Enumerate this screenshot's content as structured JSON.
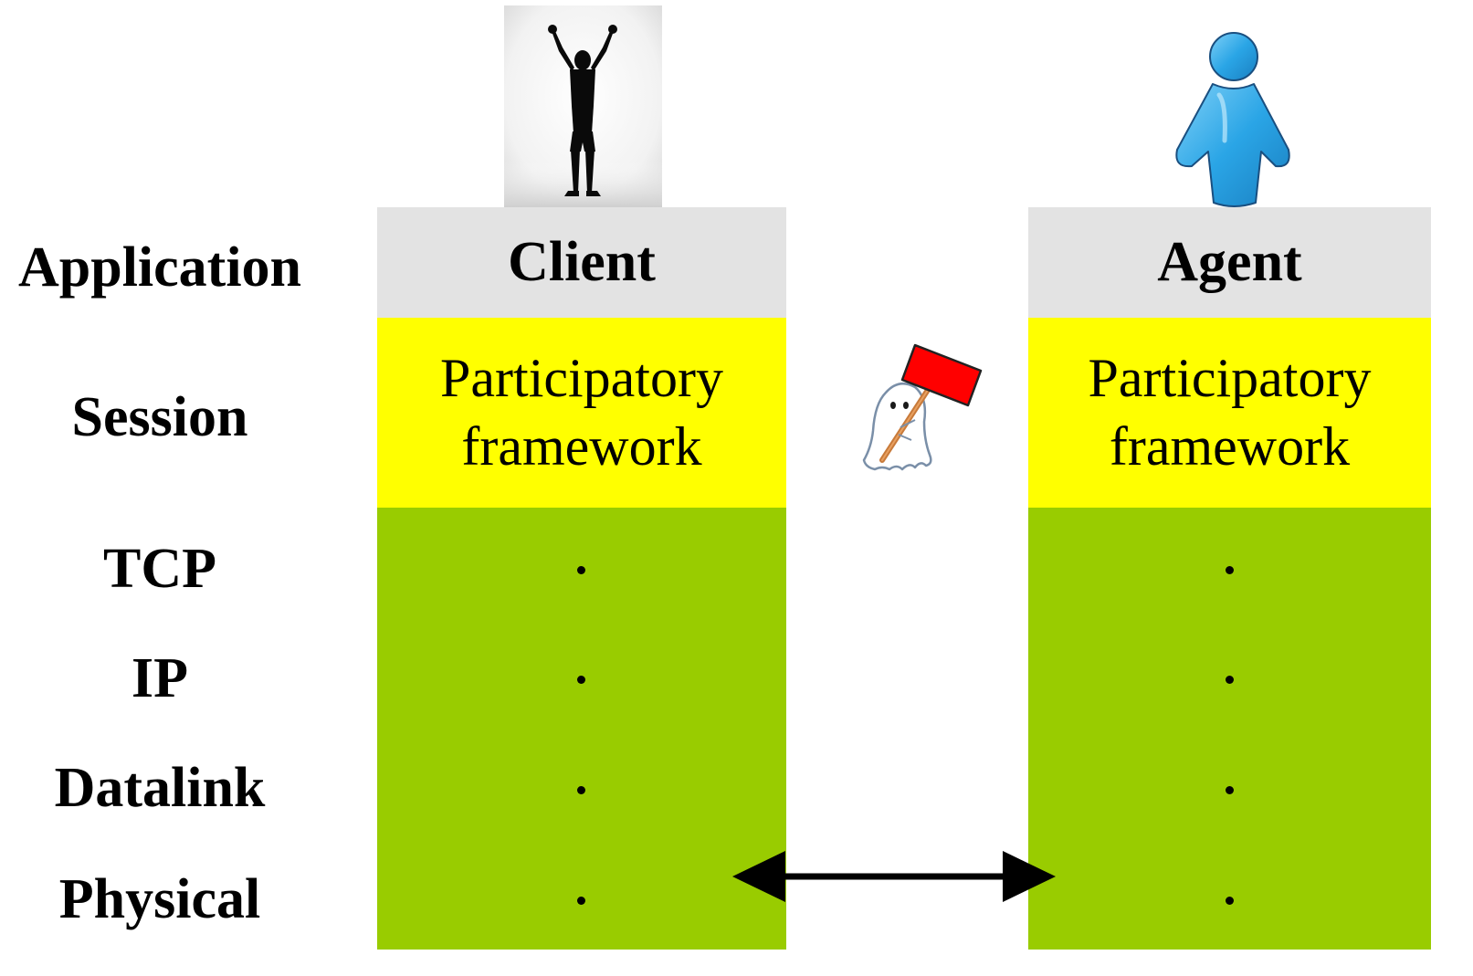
{
  "layers": [
    "Application",
    "Session",
    "TCP",
    "IP",
    "Datalink",
    "Physical"
  ],
  "client": {
    "application_label": "Client",
    "session_line1": "Participatory",
    "session_line2": "framework"
  },
  "agent": {
    "application_label": "Agent",
    "session_line1": "Participatory",
    "session_line2": "framework"
  },
  "lower_layer_marker": "·",
  "icons": {
    "client": "person-silhouette-icon",
    "agent": "user-icon",
    "middle": "ghost-with-flag-icon",
    "link": "double-arrow-icon"
  },
  "colors": {
    "application": "#e3e3e3",
    "session": "#ffff00",
    "lower_layers": "#99cc00",
    "agent_icon": "#2aa5e6",
    "flag": "#ff0000"
  }
}
